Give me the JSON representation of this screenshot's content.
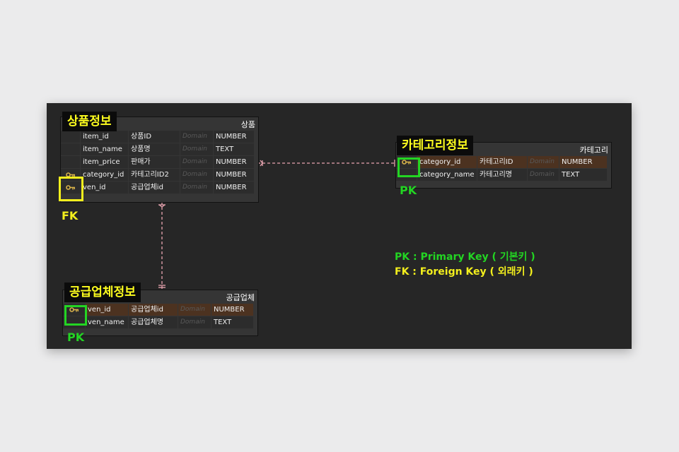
{
  "product": {
    "badge": "상품정보",
    "table_name": "상품",
    "rows": [
      {
        "col": "item_id",
        "logical": "상품ID",
        "domain": "Domain",
        "type": "NUMBER"
      },
      {
        "col": "item_name",
        "logical": "상품명",
        "domain": "Domain",
        "type": "TEXT"
      },
      {
        "col": "item_price",
        "logical": "판매가",
        "domain": "Domain",
        "type": "NUMBER"
      },
      {
        "col": "category_id",
        "logical": "카테고리ID2",
        "domain": "Domain",
        "type": "NUMBER"
      },
      {
        "col": "ven_id",
        "logical": "공급업체id",
        "domain": "Domain",
        "type": "NUMBER"
      }
    ],
    "fk_label": "FK"
  },
  "category": {
    "badge": "카테고리정보",
    "table_name": "카테고리",
    "rows": [
      {
        "col": "category_id",
        "logical": "카테고리ID",
        "domain": "Domain",
        "type": "NUMBER"
      },
      {
        "col": "category_name",
        "logical": "카테고리명",
        "domain": "Domain",
        "type": "TEXT"
      }
    ],
    "pk_label": "PK"
  },
  "vendor": {
    "badge": "공급업체정보",
    "table_name": "공급업체",
    "rows": [
      {
        "col": "ven_id",
        "logical": "공급업체id",
        "domain": "Domain",
        "type": "NUMBER"
      },
      {
        "col": "ven_name",
        "logical": "공급업체명",
        "domain": "Domain",
        "type": "TEXT"
      }
    ],
    "pk_label": "PK"
  },
  "legend": {
    "pk": "PK : Primary Key ( 기본키 )",
    "fk": "FK : Foreign Key ( 외래키 )"
  },
  "colors": {
    "canvas": "#262626",
    "badge_text": "#ffff1e",
    "fk_highlight": "#f3ef1d",
    "pk_highlight": "#23d523",
    "relation_line": "#e8a4b0",
    "key_icon": "#d9b24a",
    "pk_row": "#4c3220"
  }
}
